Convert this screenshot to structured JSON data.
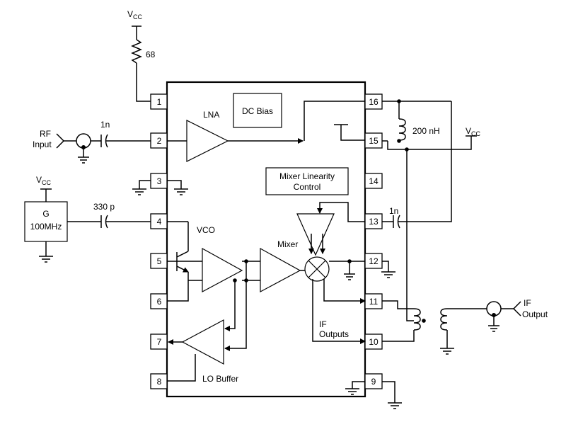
{
  "labels": {
    "vcc_top": "V",
    "vcc_top_sub": "CC",
    "vcc_right": "V",
    "vcc_right_sub": "CC",
    "vcc_gen": "V",
    "vcc_gen_sub": "CC",
    "r68": "68",
    "cap_1n_in": "1n",
    "cap_330p": "330 p",
    "rf_input_line1": "RF",
    "rf_input_line2": "Input",
    "gen_g": "G",
    "gen_freq": "100MHz",
    "dc_bias": "DC Bias",
    "lna": "LNA",
    "vco": "VCO",
    "mixer": "Mixer",
    "mixer_linearity_line1": "Mixer Linearity",
    "mixer_linearity_line2": "Control",
    "if_outputs_line1": "IF",
    "if_outputs_line2": "Outputs",
    "lo_buffer": "LO Buffer",
    "ind_200nh": "200 nH",
    "cap_1n_out": "1n",
    "if_output_line1": "IF",
    "if_output_line2": "Output"
  },
  "pins": {
    "p1": "1",
    "p2": "2",
    "p3": "3",
    "p4": "4",
    "p5": "5",
    "p6": "6",
    "p7": "7",
    "p8": "8",
    "p9": "9",
    "p10": "10",
    "p11": "11",
    "p12": "12",
    "p13": "13",
    "p14": "14",
    "p15": "15",
    "p16": "16"
  }
}
